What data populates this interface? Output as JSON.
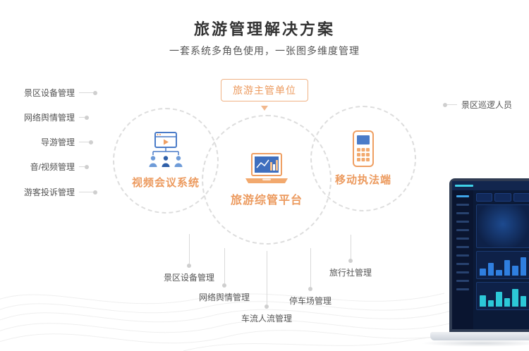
{
  "header": {
    "title": "旅游管理解决方案",
    "subtitle": "一套系统多角色使用，一张图多维度管理"
  },
  "diagram": {
    "top_box_label": "旅游主管单位",
    "nodes": [
      {
        "label": "视频会议系统"
      },
      {
        "label": "旅游综管平台"
      },
      {
        "label": "移动执法端"
      }
    ],
    "left_labels": [
      "景区设备管理",
      "网络舆情管理",
      "导游管理",
      "音/视频管理",
      "游客投诉管理"
    ],
    "right_labels": [
      "景区巡逻人员"
    ],
    "bottom_labels": [
      "景区设备管理",
      "网络舆情管理",
      "车流人流管理",
      "停车场管理",
      "旅行社管理"
    ]
  },
  "icons": {
    "left": "video-conference-icon",
    "center": "management-platform-laptop-icon",
    "right": "mobile-enforcement-device-icon"
  },
  "colors": {
    "accent_orange": "#EC9A5E",
    "icon_blue": "#4A7BC8",
    "line_gray": "#D9D9D9",
    "text_dark": "#333333",
    "text_gray": "#555555",
    "dashboard_bg": "#0B1A38"
  }
}
